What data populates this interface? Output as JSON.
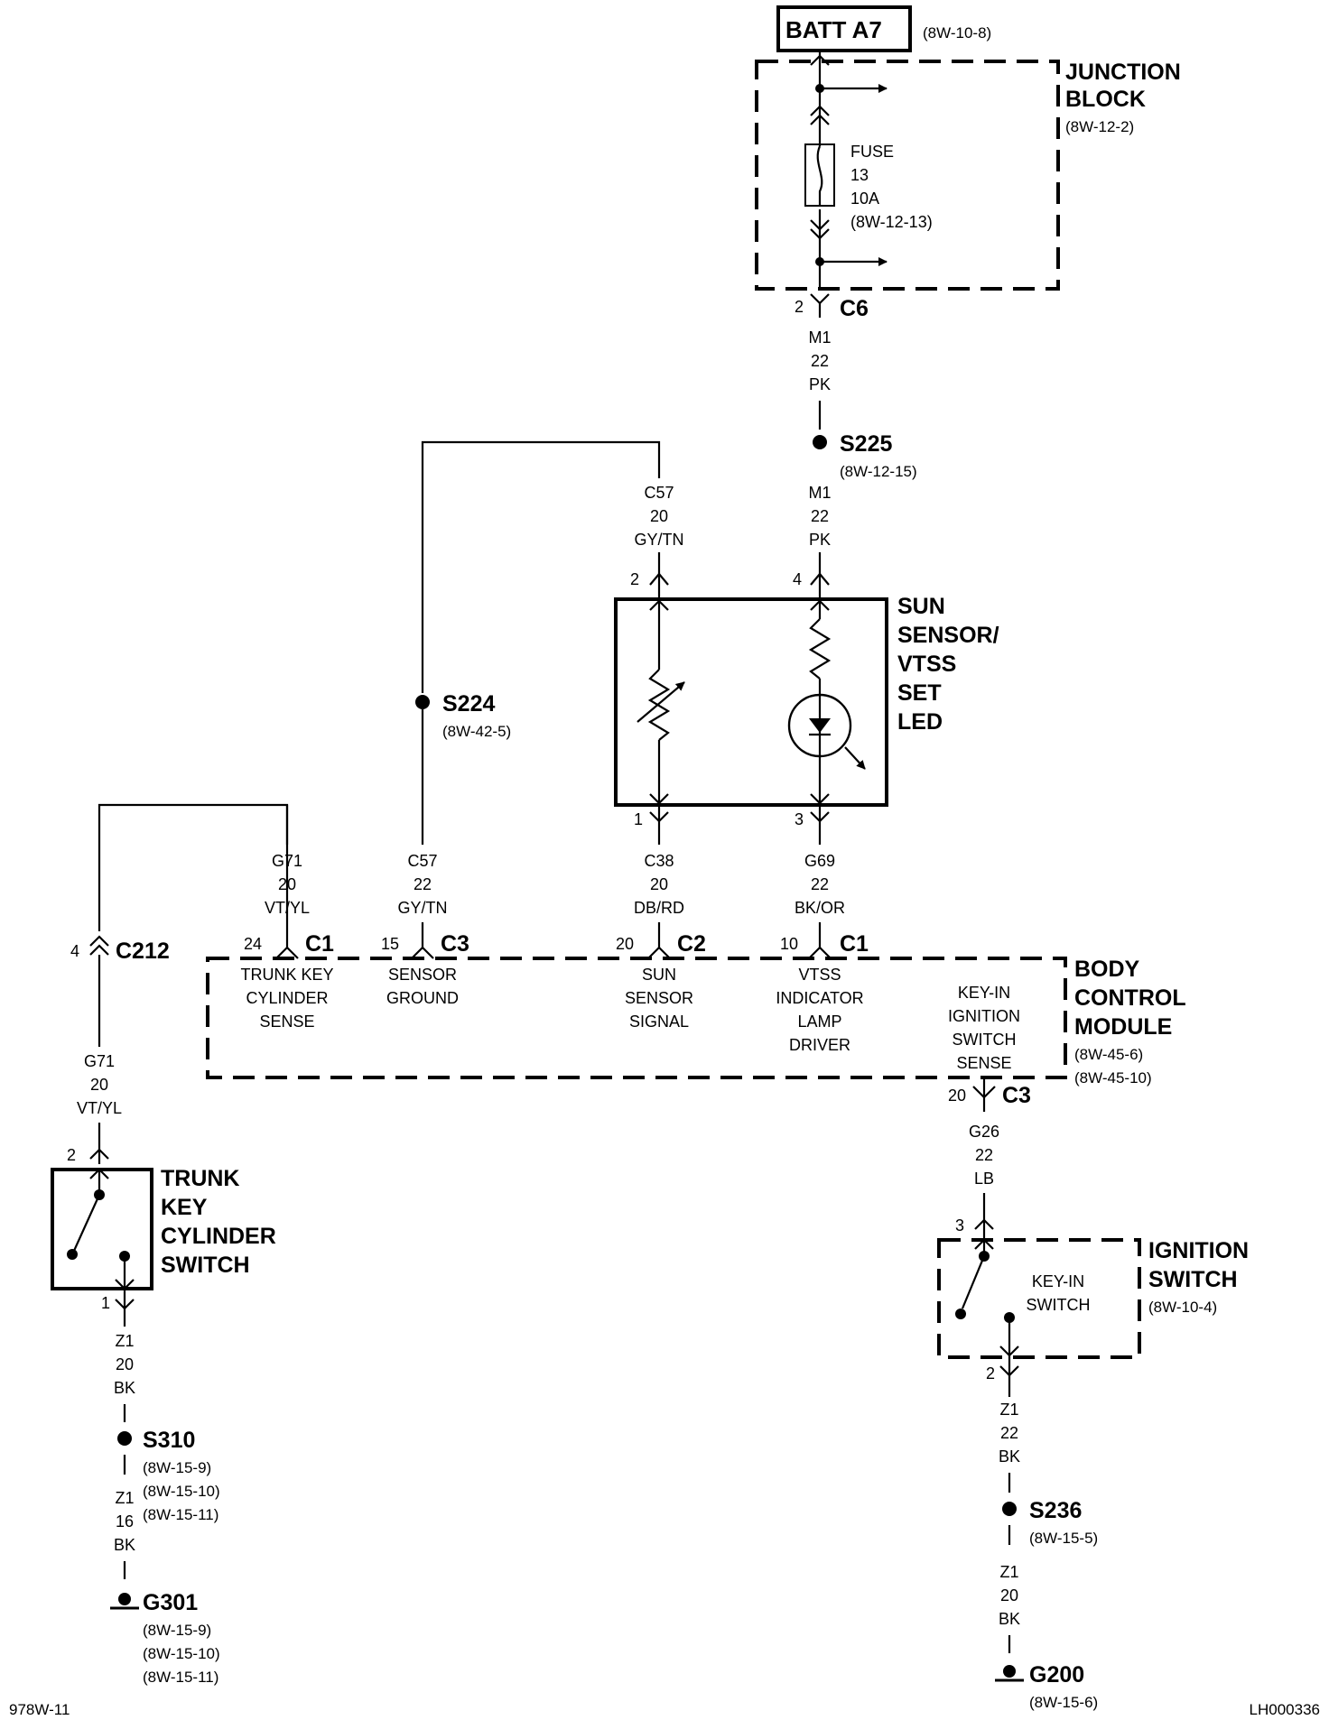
{
  "batt": {
    "label": "BATT A7",
    "ref": "(8W-10-8)"
  },
  "junction_block": {
    "title": [
      "JUNCTION",
      "BLOCK"
    ],
    "ref": "(8W-12-2)",
    "fuse": {
      "lines": [
        "FUSE",
        "13",
        "10A",
        "(8W-12-13)"
      ]
    }
  },
  "c6": {
    "pin": "2",
    "name": "C6",
    "wire": [
      "M1",
      "22",
      "PK"
    ]
  },
  "s225": {
    "name": "S225",
    "ref": "(8W-12-15)",
    "wire": [
      "M1",
      "22",
      "PK"
    ]
  },
  "c57_top": {
    "wire": [
      "C57",
      "20",
      "GY/TN"
    ]
  },
  "sun_sensor": {
    "title": [
      "SUN",
      "SENSOR/",
      "VTSS",
      "SET",
      "LED"
    ],
    "pin_tl": "2",
    "pin_tr": "4",
    "pin_bl": "1",
    "pin_br": "3"
  },
  "s224": {
    "name": "S224",
    "ref": "(8W-42-5)"
  },
  "bcm_wires": {
    "g71": [
      "G71",
      "20",
      "VT/YL"
    ],
    "c57": [
      "C57",
      "22",
      "GY/TN"
    ],
    "c38": [
      "C38",
      "20",
      "DB/RD"
    ],
    "g69": [
      "G69",
      "22",
      "BK/OR"
    ]
  },
  "bcm_pins": {
    "p24": {
      "pin": "24",
      "conn": "C1",
      "func": [
        "TRUNK KEY",
        "CYLINDER",
        "SENSE"
      ]
    },
    "p15": {
      "pin": "15",
      "conn": "C3",
      "func": [
        "SENSOR",
        "GROUND"
      ]
    },
    "p20": {
      "pin": "20",
      "conn": "C2",
      "func": [
        "SUN",
        "SENSOR",
        "SIGNAL"
      ]
    },
    "p10": {
      "pin": "10",
      "conn": "C1",
      "func": [
        "VTSS",
        "INDICATOR",
        "LAMP",
        "DRIVER"
      ]
    },
    "keyin": {
      "func": [
        "KEY-IN",
        "IGNITION",
        "SWITCH",
        "SENSE"
      ],
      "pin": "20",
      "conn": "C3"
    }
  },
  "bcm": {
    "title": [
      "BODY",
      "CONTROL",
      "MODULE"
    ],
    "refs": [
      "(8W-45-6)",
      "(8W-45-10)"
    ]
  },
  "c212": {
    "pin": "4",
    "name": "C212",
    "wire": [
      "G71",
      "20",
      "VT/YL"
    ]
  },
  "trunk_switch": {
    "title": [
      "TRUNK",
      "KEY",
      "CYLINDER",
      "SWITCH"
    ],
    "pin_top": "2",
    "pin_bottom": "1",
    "wire": [
      "Z1",
      "20",
      "BK"
    ]
  },
  "s310": {
    "name": "S310",
    "refs": [
      "(8W-15-9)",
      "(8W-15-10)",
      "(8W-15-11)"
    ],
    "wire": [
      "Z1",
      "16",
      "BK"
    ]
  },
  "g301": {
    "name": "G301",
    "refs": [
      "(8W-15-9)",
      "(8W-15-10)",
      "(8W-15-11)"
    ]
  },
  "g26": {
    "wire": [
      "G26",
      "22",
      "LB"
    ]
  },
  "ignition_switch": {
    "title": [
      "IGNITION",
      "SWITCH"
    ],
    "ref": "(8W-10-4)",
    "inner": [
      "KEY-IN",
      "SWITCH"
    ],
    "pin_top": "3",
    "pin_bottom": "2",
    "wire": [
      "Z1",
      "22",
      "BK"
    ]
  },
  "s236": {
    "name": "S236",
    "ref": "(8W-15-5)",
    "wire": [
      "Z1",
      "20",
      "BK"
    ]
  },
  "g200": {
    "name": "G200",
    "ref": "(8W-15-6)"
  },
  "footer": {
    "left": "978W-11",
    "right": "LH000336"
  }
}
